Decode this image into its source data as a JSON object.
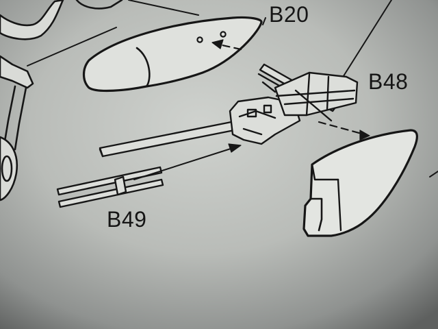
{
  "labels": {
    "b20": "B20",
    "b48": "B48",
    "b49": "B49"
  },
  "colors": {
    "paper_light": "#c9ccc8",
    "paper_shadow": "#6e706f",
    "ink": "#161616",
    "part_fill": "#dfe1dd"
  }
}
